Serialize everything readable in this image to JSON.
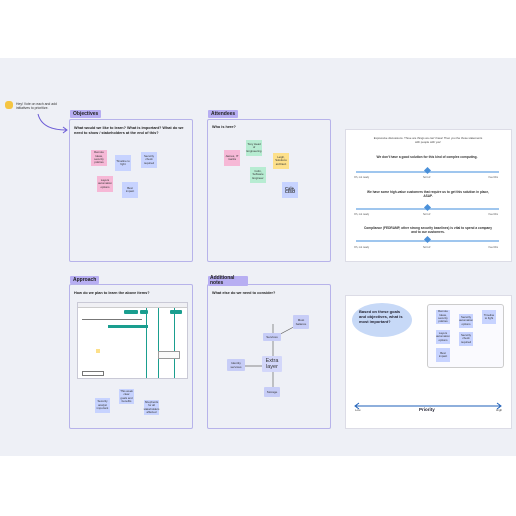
{
  "hint": {
    "text": "Hey! Vote on each and add initiatives to prioritize.",
    "icon": "hand-wave-icon"
  },
  "objectives": {
    "title": "Objectives",
    "question": "What would we like to learn? What is important? What do we need to show / stakeholders at the end of this?",
    "stickies": [
      {
        "text": "Remote Ideas, security policies",
        "color": "#f6b8d6"
      },
      {
        "text": "Timeline to fight",
        "color": "#c7d3ff"
      },
      {
        "text": "Security check required",
        "color": "#c7d3ff"
      },
      {
        "text": "Layers automation options",
        "color": "#f6b8d6"
      },
      {
        "text": "Best impact",
        "color": "#c7d3ff"
      }
    ]
  },
  "attendees": {
    "title": "Attendees",
    "question": "Who is here?",
    "stickies": [
      {
        "text": "James, IT marks",
        "color": "#f6b8d6"
      },
      {
        "text": "Tony Head of Engineering",
        "color": "#b7ecd2"
      },
      {
        "text": "Leigh, Solutions architect",
        "color": "#fde08a"
      },
      {
        "text": "Colin, Software Engineer",
        "color": "#b7ecd2"
      },
      {
        "text": "Cale, CISO",
        "color": "#c7d3ff"
      }
    ]
  },
  "approach": {
    "title": "Approach",
    "question": "How do we plan to learn the above items?",
    "stickies": [
      {
        "text": "This week clear goals and benefits",
        "color": "#c7d3ff"
      },
      {
        "text": "Security analyst important",
        "color": "#c7d3ff"
      },
      {
        "text": "Shepherds for all stakeholders affected",
        "color": "#c7d3ff"
      }
    ]
  },
  "additional": {
    "title": "Additional notes",
    "question": "What else do we need to consider?",
    "nodes": {
      "center": "Extra layer",
      "top": "Services",
      "topright": "Must balance",
      "left": "Identity services",
      "bottom": "Storage"
    }
  },
  "survey": {
    "intro": "Expressive discussions. Three are things we can't have! Then you the those statements with people with you!",
    "questions": [
      {
        "text": "We don't have a good solution for this kind of complex computing.",
        "left": "Oh, not ready",
        "mid": "Sort of",
        "right": "I feel this",
        "value": 0.5
      },
      {
        "text": "We have some high-value customers that require us to get this solution in place, ASAP.",
        "left": "Oh, not ready",
        "mid": "Sort of",
        "right": "I feel this",
        "value": 0.5
      },
      {
        "text": "Compliance (FEDRAMP, other strong security baselines) is vital to spend a company and to our customers.",
        "left": "Oh, not ready",
        "mid": "Sort of",
        "right": "I feel this",
        "value": 0.5
      }
    ]
  },
  "priority": {
    "bubble": "Based on these goals and objectives, what is most important?",
    "axis_label": "Priority",
    "low": "Low",
    "high": "High",
    "stickies": [
      {
        "text": "Remote Ideas, security policies",
        "color": "#c7d3ff"
      },
      {
        "text": "Timeline to fight",
        "color": "#c7d3ff"
      },
      {
        "text": "Security automation options",
        "color": "#c7d3ff"
      },
      {
        "text": "Security check required",
        "color": "#c7d3ff"
      },
      {
        "text": "Layers automation options",
        "color": "#c7d3ff"
      },
      {
        "text": "Best impact",
        "color": "#c7d3ff"
      }
    ]
  },
  "colors": {
    "accent": "#b7aef2",
    "border": "#b7b3ea",
    "slider": "#4a90d9",
    "teal": "#1a9e8f"
  }
}
